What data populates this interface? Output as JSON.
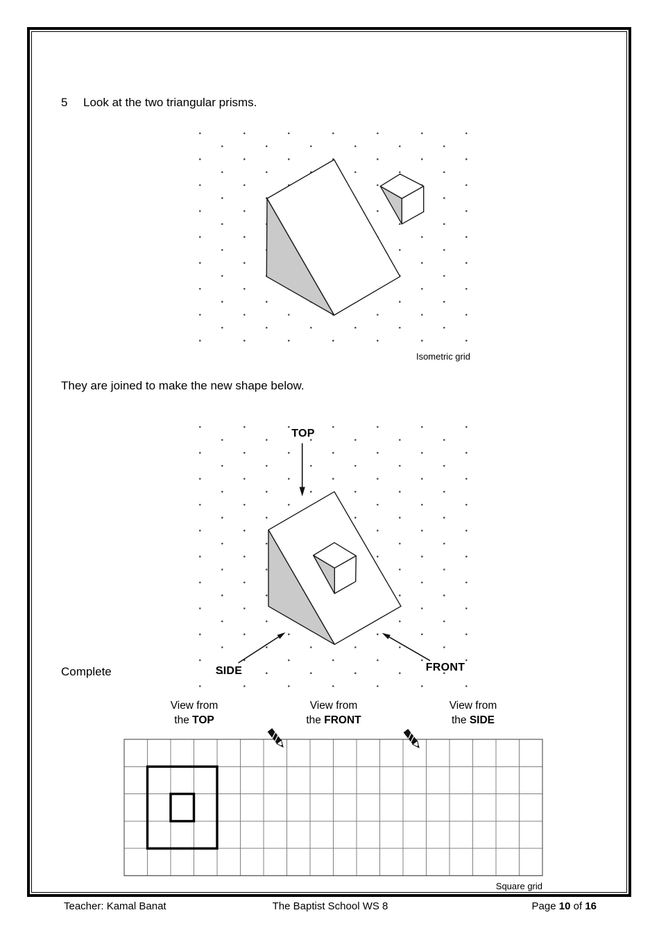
{
  "question": {
    "number": "5",
    "text": "Look at the two triangular prisms.",
    "joined_text": "They are joined to make the new shape below.",
    "complete_label": "Complete"
  },
  "figure1": {
    "caption": "Isometric grid"
  },
  "figure2": {
    "label_top": "TOP",
    "label_side": "SIDE",
    "label_front": "FRONT"
  },
  "views": {
    "top": {
      "line1": "View from",
      "the": "the",
      "bold": "TOP"
    },
    "front": {
      "line1": "View from",
      "the": "the",
      "bold": "FRONT"
    },
    "side": {
      "line1": "View from",
      "the": "the",
      "bold": "SIDE"
    }
  },
  "square_grid": {
    "caption": "Square grid"
  },
  "icons": {
    "pencil": "pencil-icon"
  },
  "colors": {
    "shaded_face": "#cacaca",
    "grid_line": "#808080",
    "ink": "#000000"
  },
  "footer": {
    "teacher": "Teacher: Kamal Banat",
    "school": "The Baptist School WS 8",
    "page_label": "Page",
    "page_number": "10",
    "of_label": "of",
    "page_total": "16"
  }
}
